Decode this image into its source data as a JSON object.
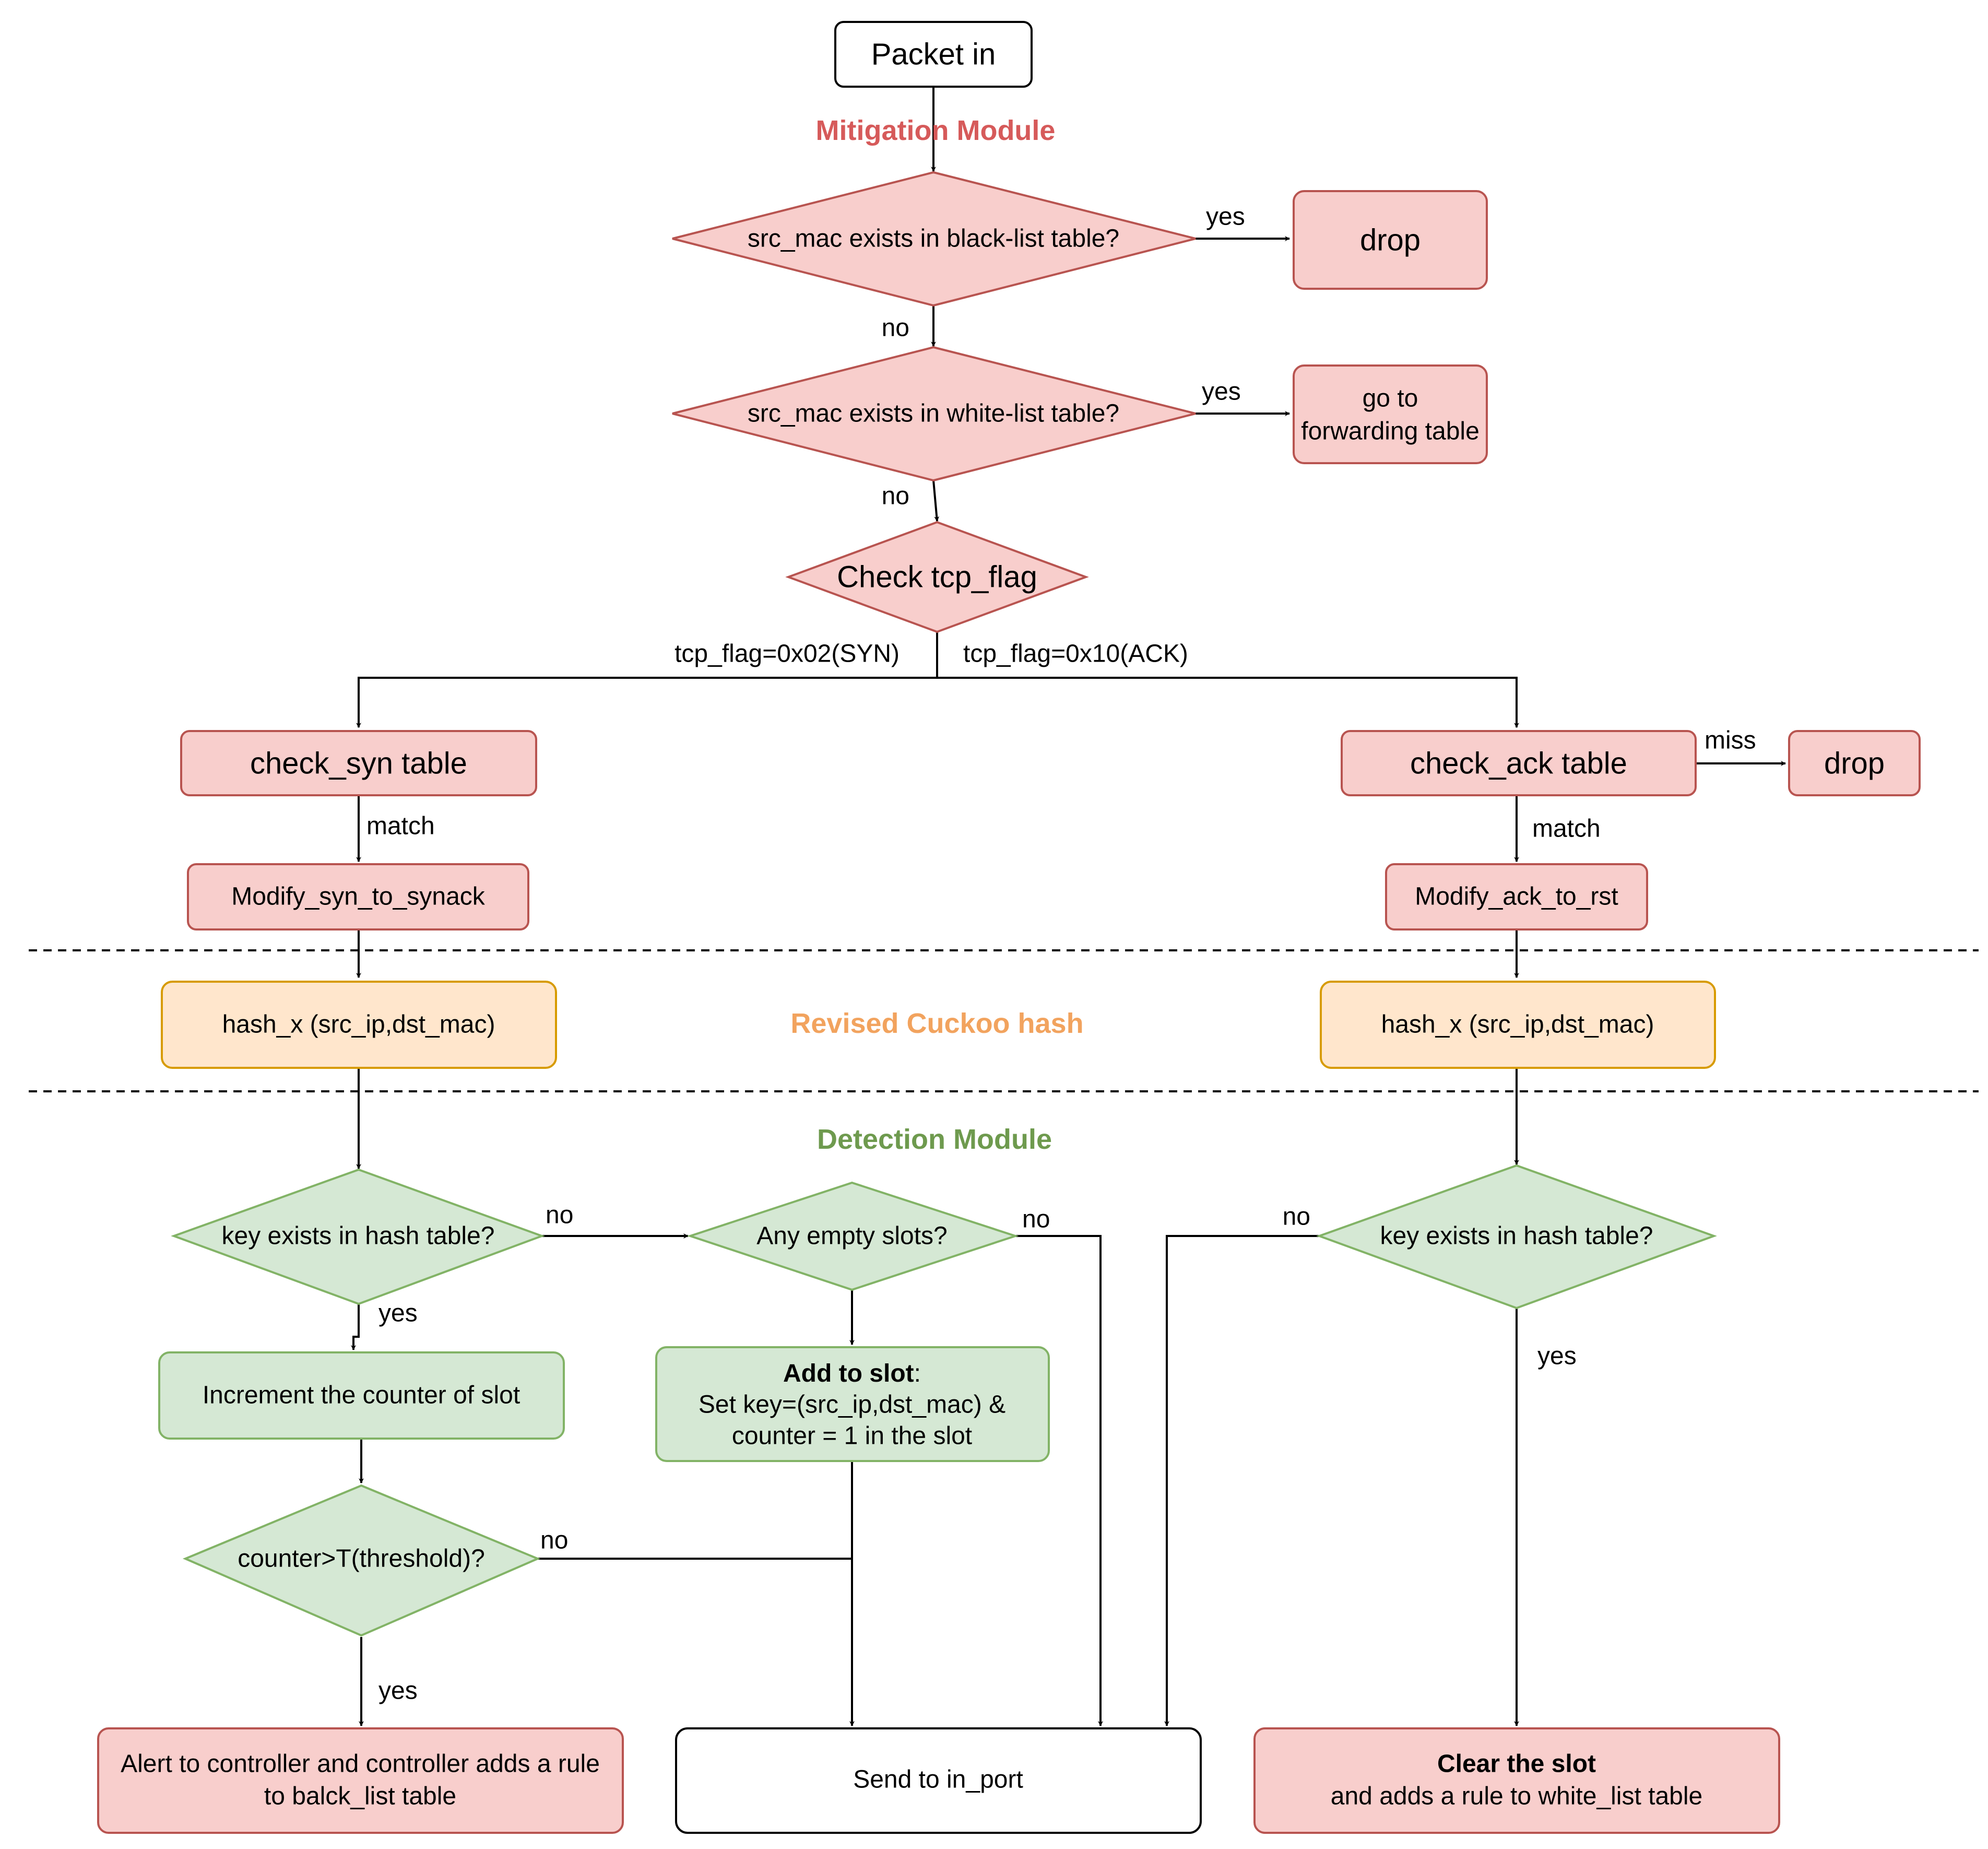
{
  "sections": {
    "mitigation": "Mitigation Module",
    "cuckoo": "Revised Cuckoo hash",
    "detection": "Detection Module"
  },
  "nodes": {
    "packet_in": "Packet in",
    "blacklist_check": "src_mac exists in black-list table?",
    "drop_1": "drop",
    "whitelist_check": "src_mac exists in white-list table?",
    "forwarding_line1": "go to",
    "forwarding_line2": "forwarding table",
    "tcp_check": "Check tcp_flag",
    "check_syn": "check_syn table",
    "check_ack": "check_ack table",
    "drop_2": "drop",
    "modify_syn": "Modify_syn_to_synack",
    "modify_ack": "Modify_ack_to_rst",
    "hash_left": "hash_x (src_ip,dst_mac)",
    "hash_right": "hash_x (src_ip,dst_mac)",
    "key_exists_left": "key exists in hash table?",
    "empty_slots": "Any empty slots?",
    "key_exists_right": "key exists in hash table?",
    "increment": "Increment the counter of slot",
    "add_slot_title": "Add to slot",
    "add_slot_colon": ":",
    "add_slot_line2": "Set key=(src_ip,dst_mac) &",
    "add_slot_line3": "counter = 1 in the slot",
    "threshold": "counter>T(threshold)?",
    "alert_line1": "Alert to controller and controller adds a rule",
    "alert_line2": "to balck_list table",
    "send_port": "Send to in_port",
    "clear_title": "Clear the slot",
    "clear_line2": "and adds a rule to white_list table"
  },
  "edge_labels": {
    "black_yes": "yes",
    "black_no": "no",
    "white_yes": "yes",
    "white_no": "no",
    "syn_flag": "tcp_flag=0x02(SYN)",
    "ack_flag": "tcp_flag=0x10(ACK)",
    "ack_miss": "miss",
    "syn_match": "match",
    "ack_match": "match",
    "key_left_no": "no",
    "key_left_yes": "yes",
    "empty_no": "no",
    "key_right_no": "no",
    "key_right_yes": "yes",
    "threshold_no": "no",
    "threshold_yes": "yes"
  },
  "colors": {
    "red_fill": "#f8cecc",
    "red_stroke": "#b85450",
    "orange_fill": "#ffe6cc",
    "orange_stroke": "#d79b00",
    "green_fill": "#d5e8d4",
    "green_stroke": "#82b366",
    "mitigation_title": "#d65a5a",
    "cuckoo_title": "#f2a35e",
    "detection_title": "#6e9a4e"
  }
}
